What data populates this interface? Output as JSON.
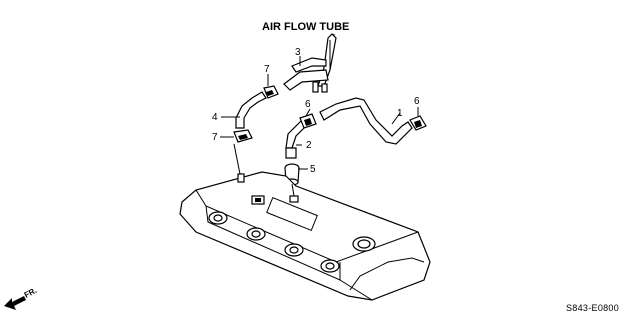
{
  "title": "AIR FLOW TUBE",
  "diagram_code": "S843-E0800",
  "direction_label": "FR.",
  "callouts": [
    {
      "id": "c1",
      "text": "1"
    },
    {
      "id": "c2",
      "text": "2"
    },
    {
      "id": "c3",
      "text": "3"
    },
    {
      "id": "c4",
      "text": "4"
    },
    {
      "id": "c5",
      "text": "5"
    },
    {
      "id": "c6a",
      "text": "6"
    },
    {
      "id": "c6b",
      "text": "6"
    },
    {
      "id": "c7a",
      "text": "7"
    },
    {
      "id": "c7b",
      "text": "7"
    }
  ],
  "icons": [
    "air-flow-tube",
    "hose",
    "pcv-valve",
    "grommet",
    "hose-clamp",
    "cylinder-head-cover",
    "front-arrow-icon"
  ]
}
